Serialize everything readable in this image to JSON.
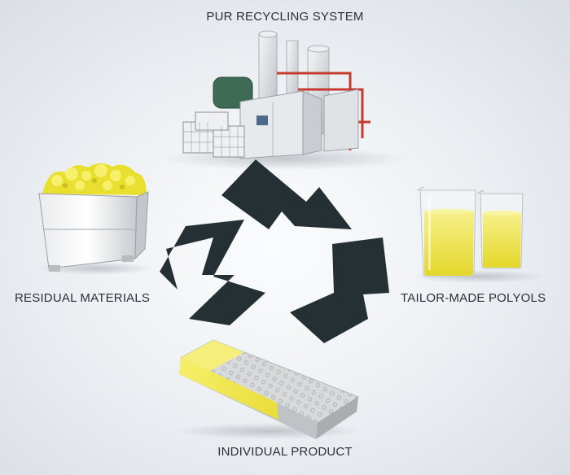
{
  "labels": {
    "top": "PUR RECYCLING SYSTEM",
    "left": "RESIDUAL MATERIALS",
    "right": "TAILOR-MADE POLYOLS",
    "bottom": "INDIVIDUAL PRODUCT"
  },
  "colors": {
    "arrow": "#243034",
    "foam_yellow": "#f3e84a",
    "polyol_yellow": "#efe65a",
    "machine_white": "#dfe3e6",
    "machine_red": "#c43b2e",
    "mattress_grey": "#c9cccd"
  },
  "icons": {
    "top": "recycling-machine-illustration",
    "left": "foam-scrap-bin-illustration",
    "right": "polyol-beakers-illustration",
    "bottom": "mattress-illustration",
    "center": "recycle-arrows-icon"
  }
}
